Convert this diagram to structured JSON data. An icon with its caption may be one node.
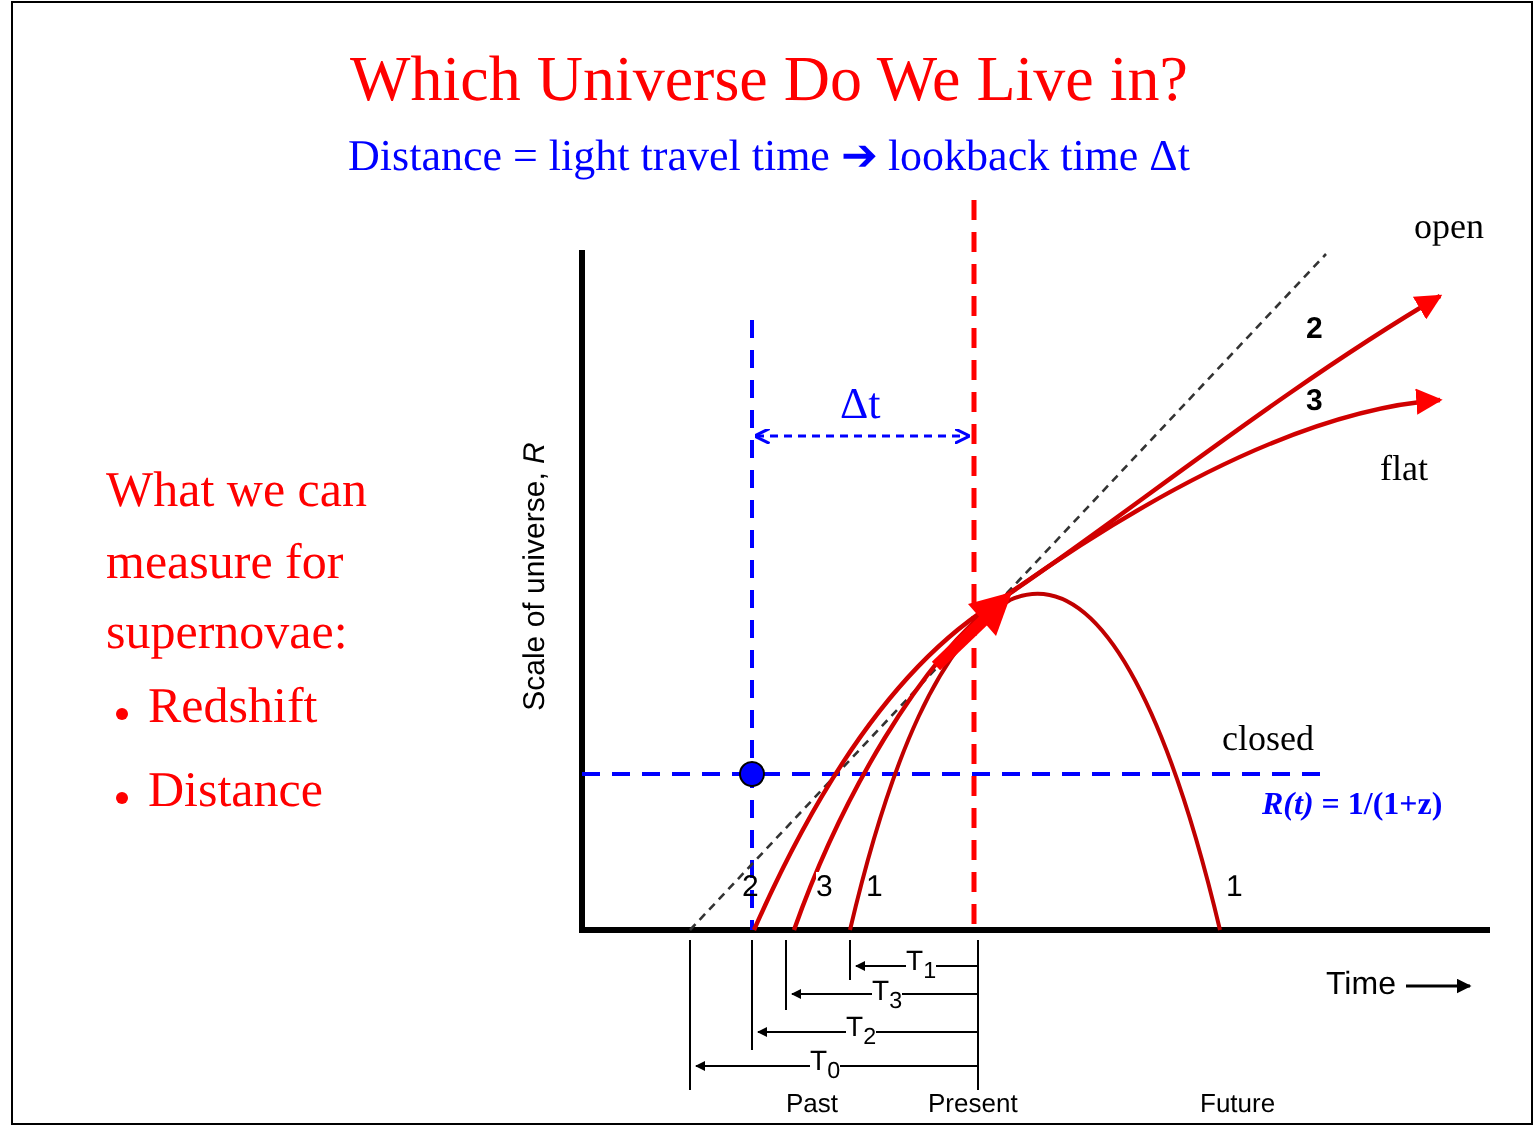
{
  "diagram": {
    "title": "Which Universe Do We Live in?",
    "labels": [
      "Distance = light travel time ➔ lookback time Δt",
      "open",
      "2",
      "3",
      "Δt",
      "flat",
      "What we can measure for supernovae:",
      "Redshift",
      "Distance",
      "Scale of universe, *R*",
      "closed",
      "*R(t)* = 1/(1+z)",
      "2",
      "3",
      "1",
      "1",
      "T$_{1}$",
      "Time",
      "T$_{3}$",
      "T$_{2}$",
      "T$_{0}$",
      "Past",
      "Present",
      "Future"
    ]
  }
}
